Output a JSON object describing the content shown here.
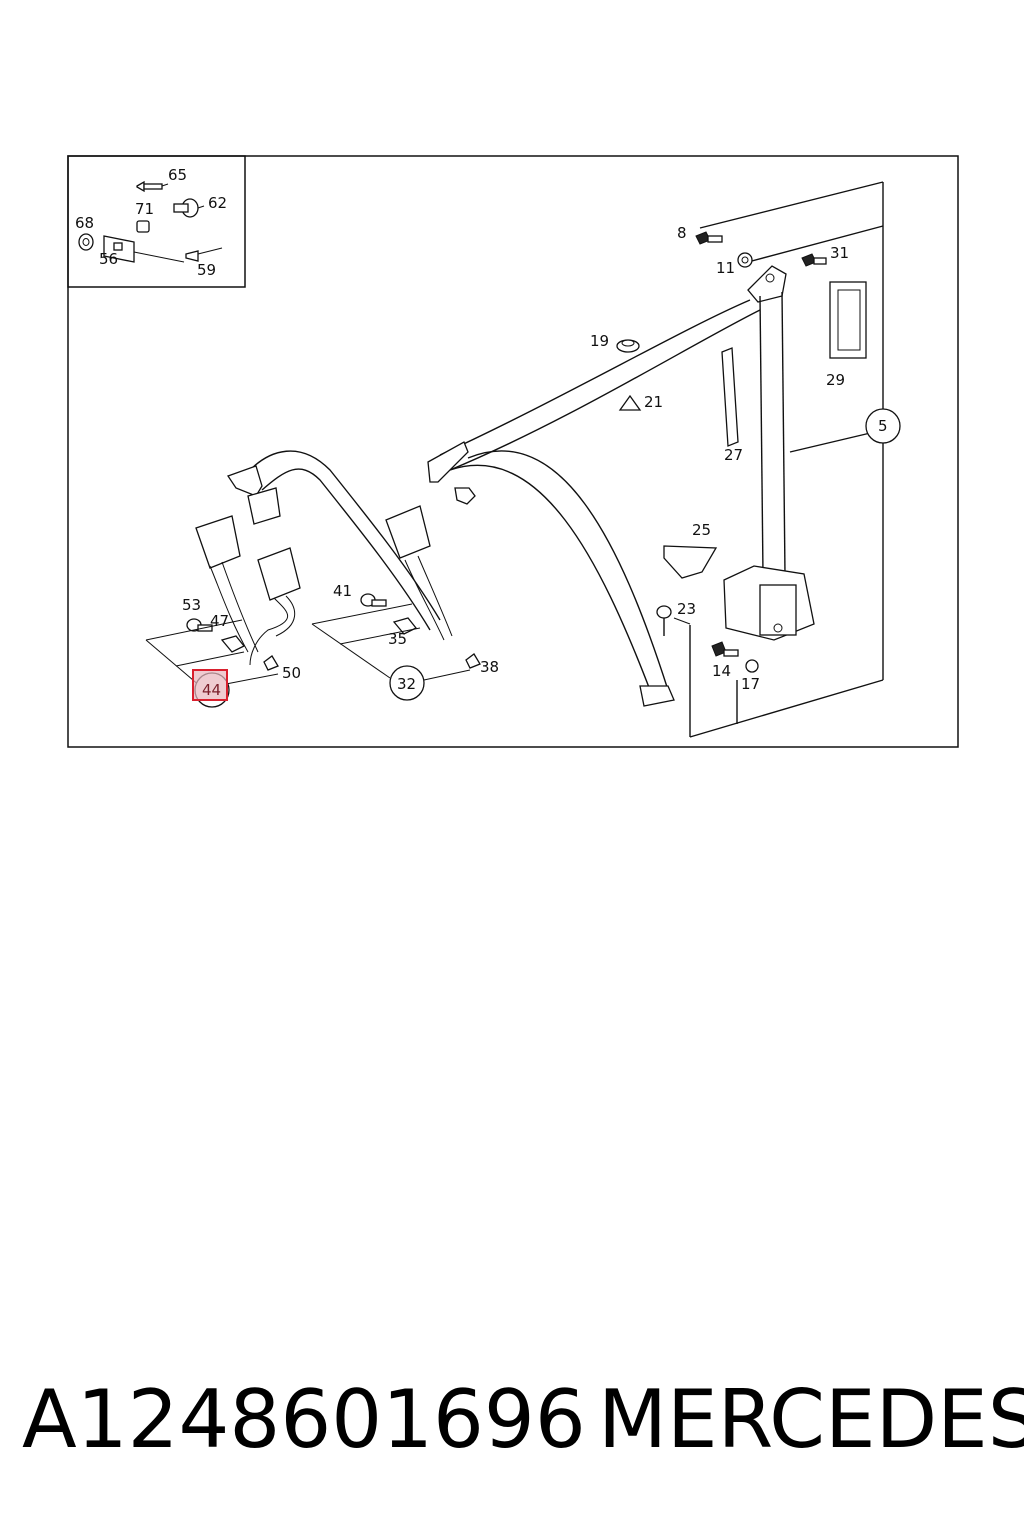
{
  "diagram": {
    "callouts": {
      "c65": "65",
      "c62": "62",
      "c71": "71",
      "c68": "68",
      "c56": "56",
      "c59": "59",
      "c8": "8",
      "c11": "11",
      "c31": "31",
      "c19": "19",
      "c29": "29",
      "c21": "21",
      "c5": "5",
      "c27": "27",
      "c25": "25",
      "c53": "53",
      "c41": "41",
      "c47": "47",
      "c35": "35",
      "c23": "23",
      "c50": "50",
      "c38": "38",
      "c14": "14",
      "c17": "17",
      "c32": "32",
      "c44": "44"
    },
    "highlight_color": "#d9202e"
  },
  "caption": {
    "part_number": "A1248601696",
    "brand": "MERCEDES"
  }
}
